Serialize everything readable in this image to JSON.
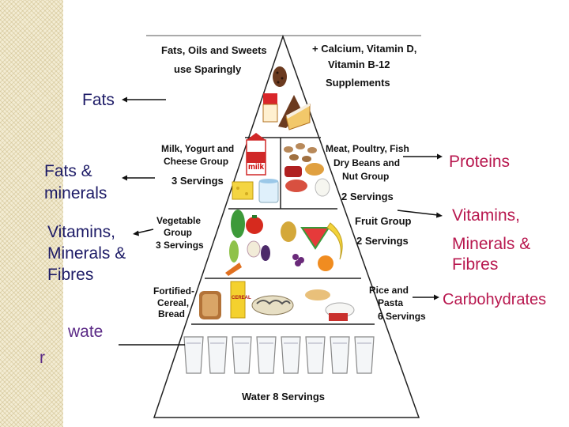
{
  "pyramid": {
    "top": {
      "title_line1": "Fats, Oils and Sweets",
      "title_line2": "use Sparingly",
      "right_line1": "+ Calcium, Vitamin D,",
      "right_line2": "Vitamin B-12",
      "right_line3": "Supplements"
    },
    "dairy": {
      "line1": "Milk, Yogurt and",
      "line2": "Cheese Group",
      "servings": "3 Servings",
      "carton_text": "milk"
    },
    "meat": {
      "line1": "Meat, Poultry, Fish",
      "line2": "Dry Beans and",
      "line3": "Nut Group",
      "servings": "2 Servings"
    },
    "vegetable": {
      "line1": "Vegetable",
      "line2": "Group",
      "servings": "3 Servings"
    },
    "fruit": {
      "line1": "Fruit Group",
      "servings": "2 Servings"
    },
    "grain_left": {
      "line1": "Fortified-",
      "line2": "Cereal,",
      "line3": "Bread",
      "box_text": "CEREAL"
    },
    "grain_right": {
      "line1": "Rice and",
      "line2": "Pasta",
      "servings": "6 Servings"
    },
    "water": {
      "label": "Water 8 Servings"
    }
  },
  "labels": {
    "fats": "Fats",
    "fats_minerals_1": "Fats &",
    "fats_minerals_2": "minerals",
    "vit_left_1": "Vitamins,",
    "vit_left_2": "Minerals &",
    "vit_left_3": "Fibres",
    "water_1": "wate",
    "water_2": "r",
    "proteins": "Proteins",
    "vit_right_1": "Vitamins,",
    "vit_right_2": "Minerals &",
    "vit_right_3": "Fibres",
    "carbohydrates": "Carbohydrates"
  },
  "colors": {
    "navy": "#1c1a66",
    "purple": "#5b2a86",
    "pink": "#b8184f",
    "stripe": "#f3ecd3"
  }
}
